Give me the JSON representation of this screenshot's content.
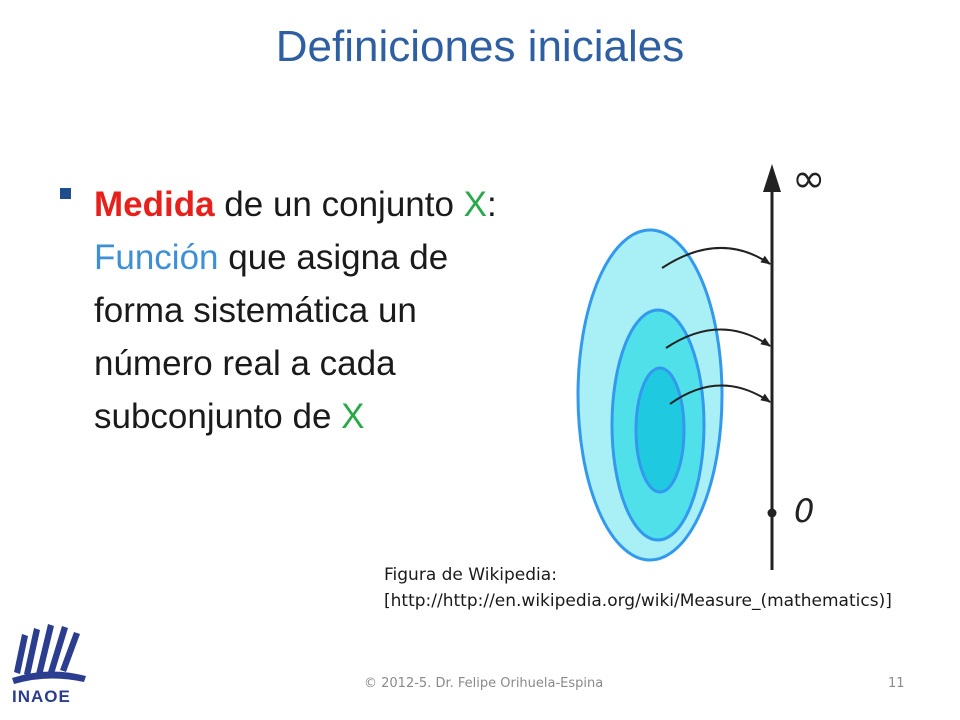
{
  "slide": {
    "title": "Definiciones iniciales",
    "bullet": {
      "term": "Medida",
      "t1": " de un conjunto ",
      "set1": "X",
      "t2": ": ",
      "func": "Función",
      "t3": " que asigna de forma sistemática un número real a cada subconjunto de ",
      "set2": "X"
    }
  },
  "figure": {
    "infinity_label": "∞",
    "zero_label": "0",
    "caption_line1": "Figura de Wikipedia:",
    "caption_line2": "[http://http://en.wikipedia.org/wiki/Measure_(mathematics)]"
  },
  "footer": {
    "copyright": "© 2012-5. Dr. Felipe Orihuela-Espina",
    "page_number": "11",
    "logo_text": "INAOE"
  },
  "colors": {
    "title": "#2e5fa3",
    "term": "#e8201c",
    "set": "#2aa84a",
    "function": "#3d8fd6",
    "ellipse_outer": "#a8f0f5",
    "ellipse_mid": "#4fe0ea",
    "ellipse_inner": "#1fc9e0",
    "ellipse_stroke": "#3399ee"
  }
}
